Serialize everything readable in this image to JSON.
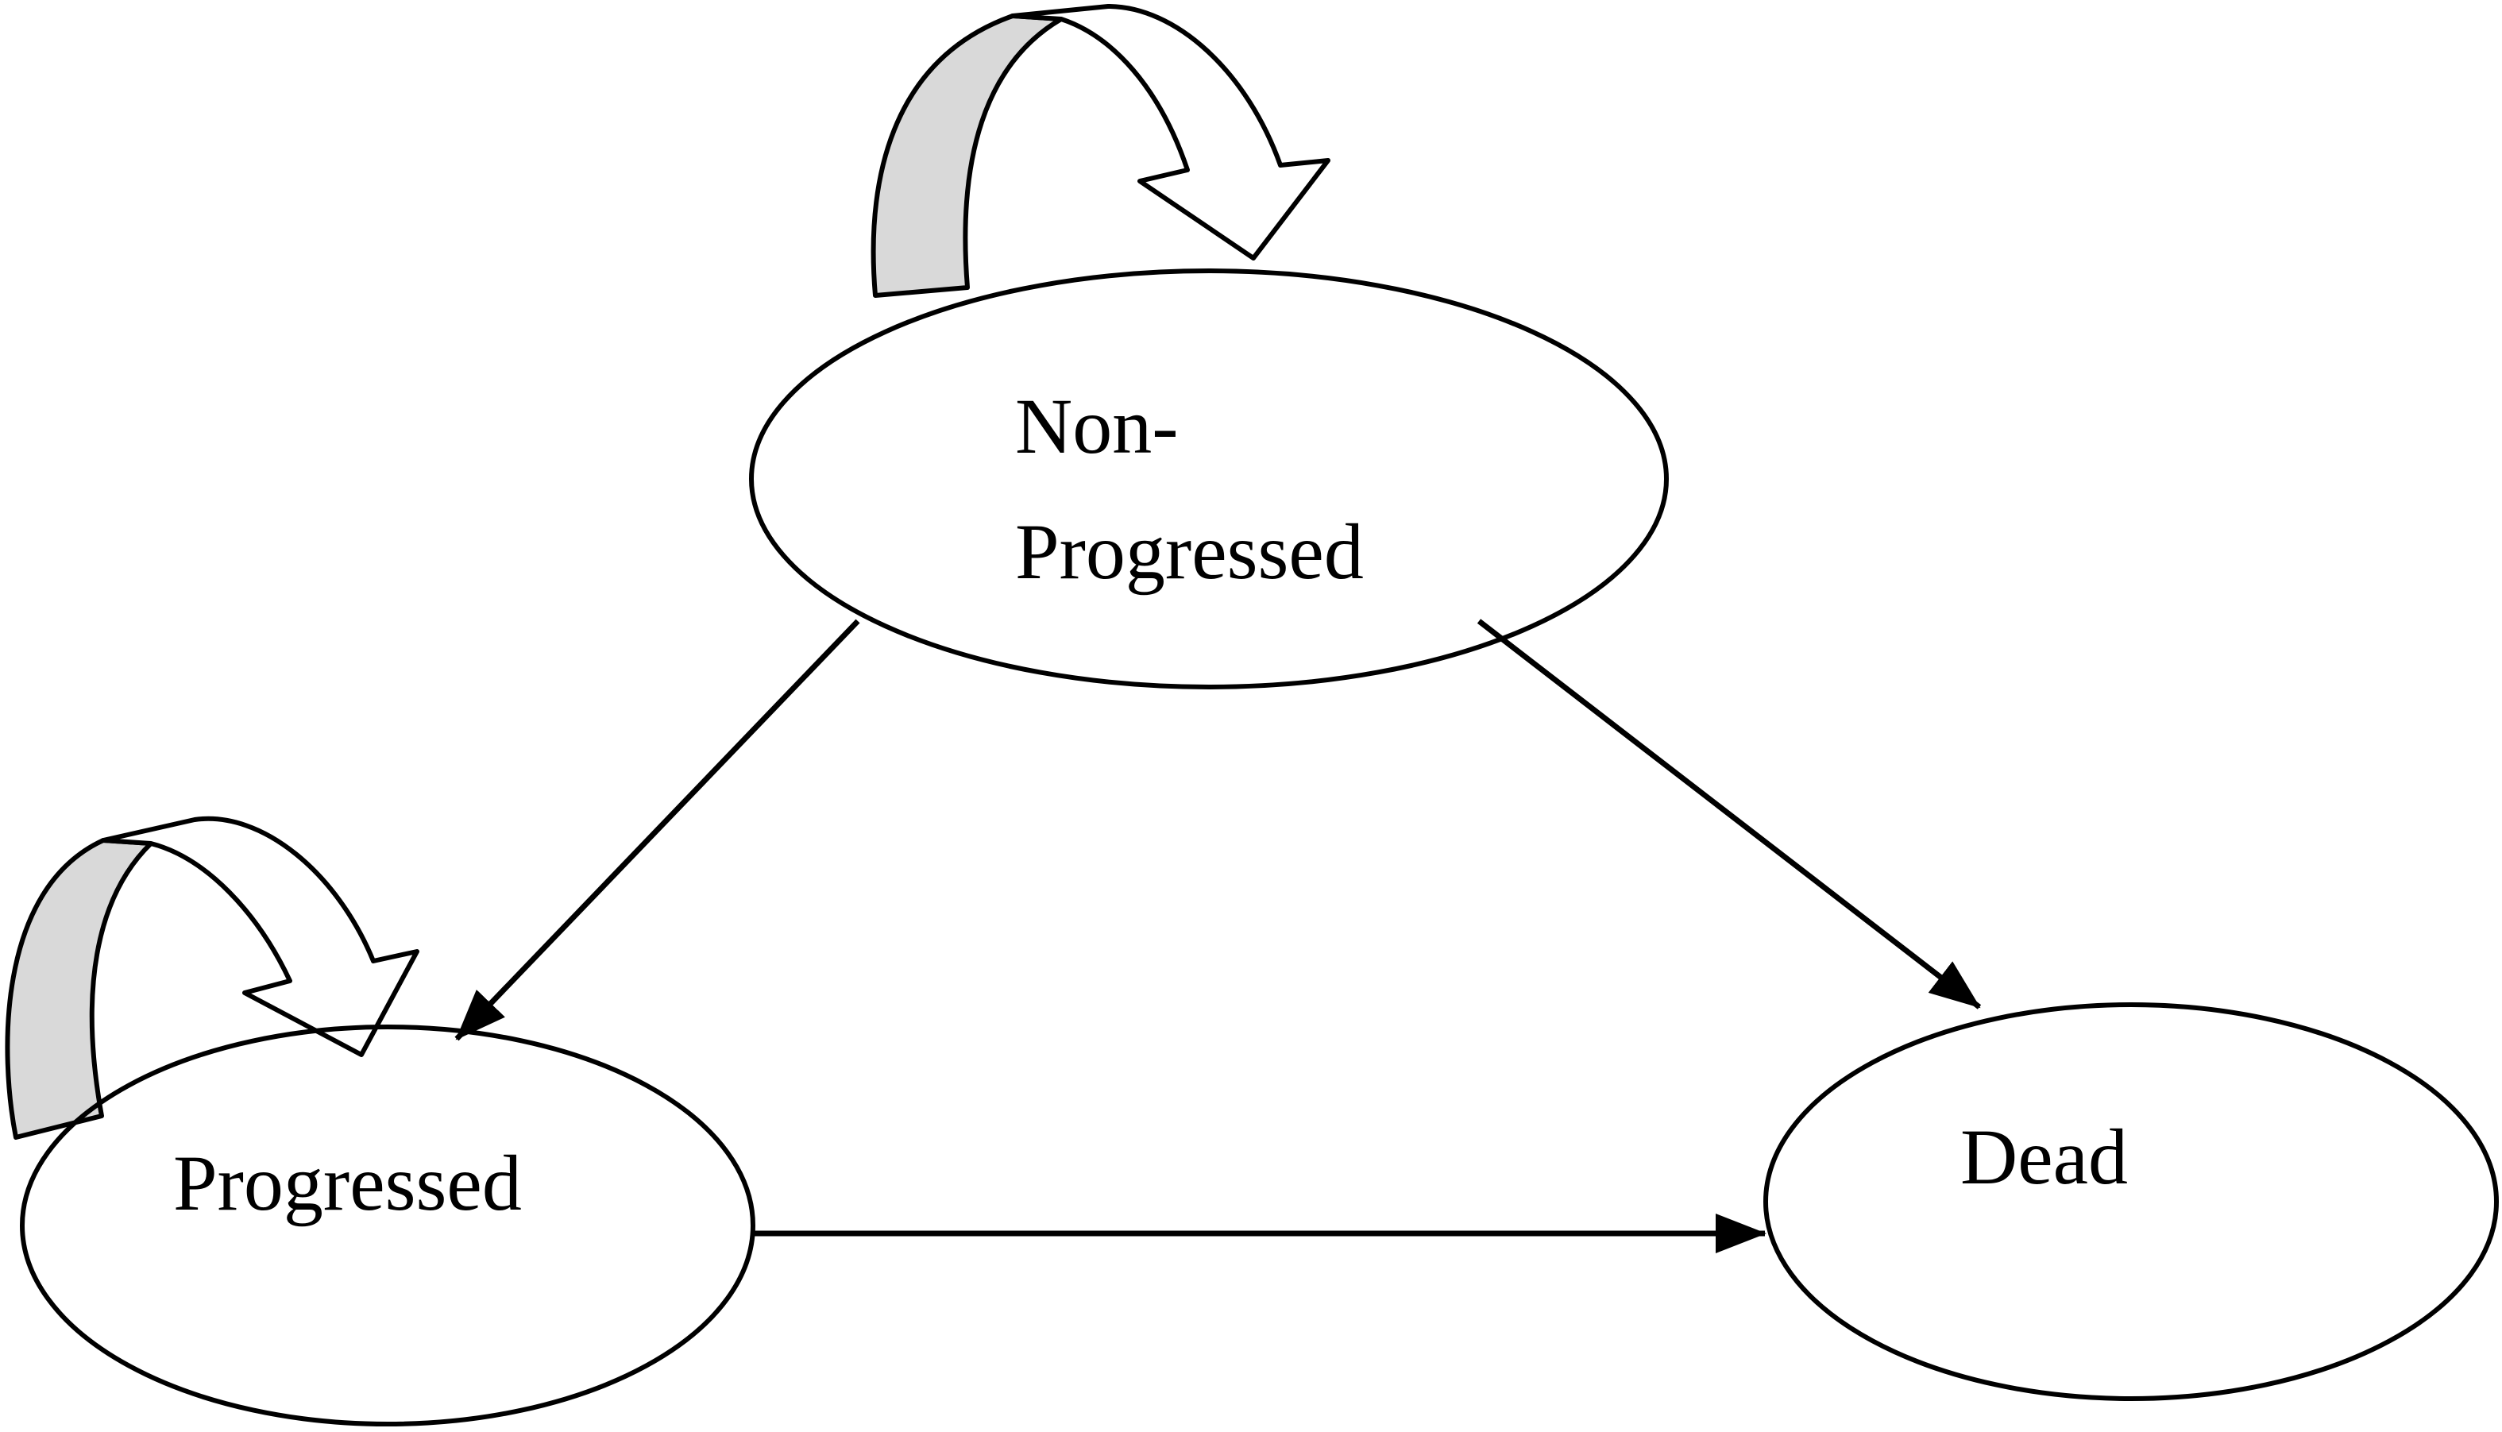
{
  "states": {
    "non_progressed": {
      "label_line1": "Non-",
      "label_line2": "Progressed"
    },
    "progressed": {
      "label": "Progressed"
    },
    "dead": {
      "label": "Dead"
    }
  },
  "colors": {
    "stroke": "#000000",
    "background": "#ffffff",
    "loop_shade": "#d9d9d9"
  }
}
